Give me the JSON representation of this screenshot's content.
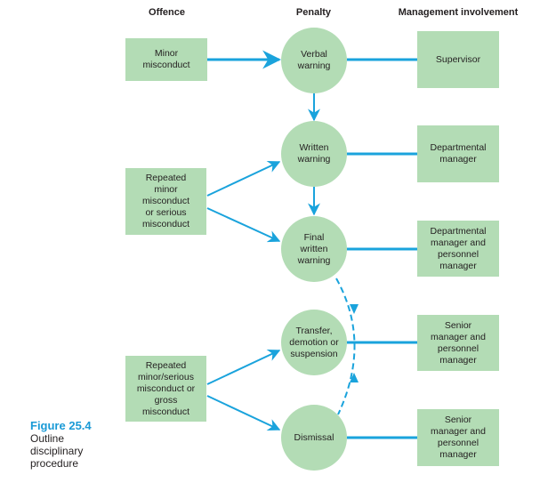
{
  "headers": {
    "offence": "Offence",
    "penalty": "Penalty",
    "management": "Management involvement"
  },
  "offences": [
    "Minor\nmisconduct",
    "Repeated\nminor\nmisconduct\nor serious\nmisconduct",
    "Repeated\nminor/serious\nmisconduct or\ngross\nmisconduct"
  ],
  "penalties": [
    "Verbal\nwarning",
    "Written\nwarning",
    "Final\nwritten\nwarning",
    "Transfer,\ndemotion or\nsuspension",
    "Dismissal"
  ],
  "management": [
    "Supervisor",
    "Departmental\nmanager",
    "Departmental\nmanager and\npersonnel\nmanager",
    "Senior\nmanager and\npersonnel\nmanager",
    "Senior\nmanager and\npersonnel\nmanager"
  ],
  "caption": {
    "title": "Figure 25.4",
    "text": "Outline\ndisciplinary\nprocedure"
  },
  "colors": {
    "node_fill": "#b3dcb5",
    "connector": "#1aa3dc",
    "caption_accent": "#1a9ad6"
  }
}
